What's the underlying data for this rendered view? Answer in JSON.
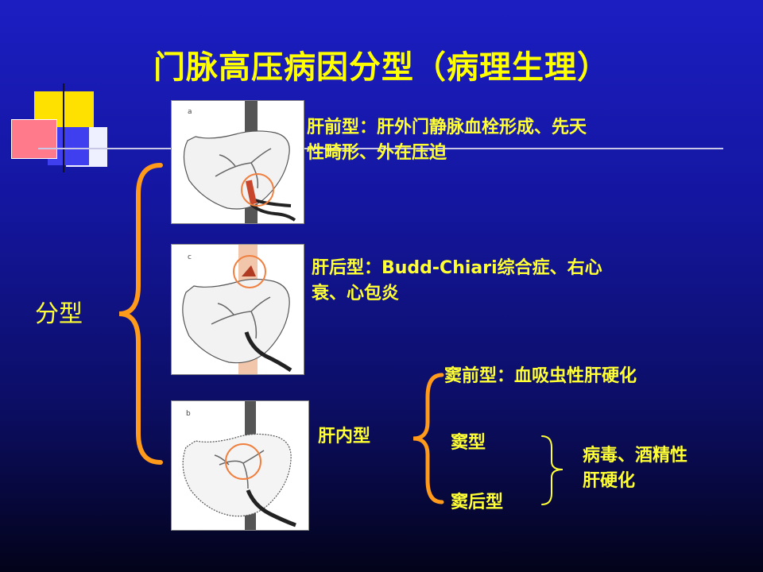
{
  "title": "门脉高压病因分型（病理生理）",
  "classification_label": "分型",
  "panels": [
    {
      "letter": "a"
    },
    {
      "letter": "c"
    },
    {
      "letter": "b"
    }
  ],
  "prehepatic": {
    "line1": "肝前型：肝外门静脉血栓形成、先天",
    "line2": "性畸形、外在压迫"
  },
  "posthepatic": {
    "line1": "肝后型：Budd-Chiari综合症、右心",
    "line2": "衰、心包炎"
  },
  "intrahepatic": {
    "label": "肝内型",
    "presinusoidal": "窦前型：血吸虫性肝硬化",
    "sinusoidal": "窦型",
    "postsinusoidal": "窦后型",
    "cause_line1": "病毒、酒精性",
    "cause_line2": "肝硬化"
  },
  "colors": {
    "title": "#ffff00",
    "text": "#ffff33",
    "brace_orange": "#ff9a1a",
    "brace_yellow": "#ffff33"
  }
}
